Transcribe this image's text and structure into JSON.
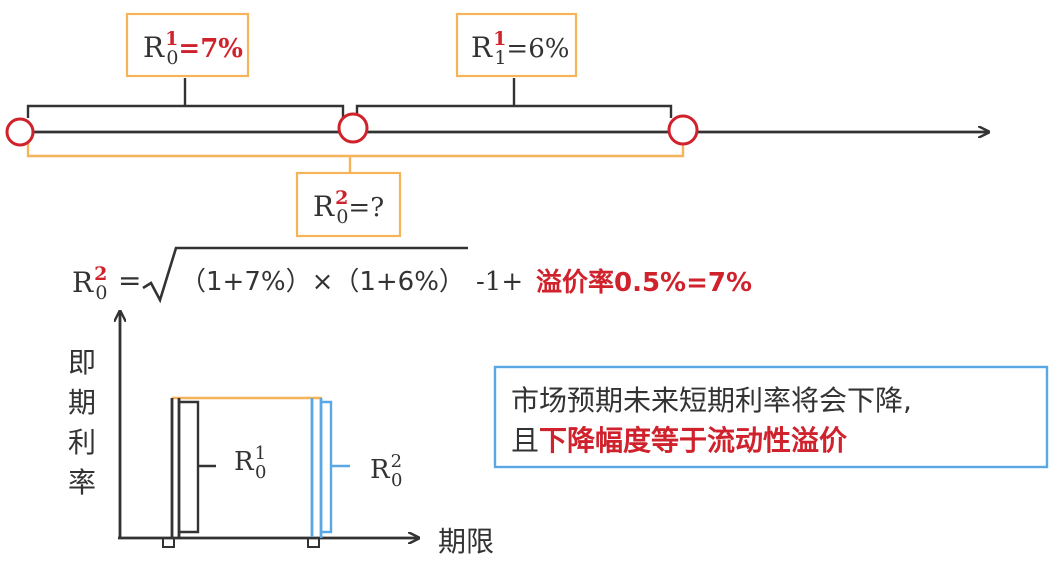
{
  "colors": {
    "ink": "#333333",
    "red": "#d0222c",
    "orange": "#f5b45a",
    "blue": "#5aa7e6",
    "circle_fill": "#ffffff"
  },
  "timeline": {
    "box1": {
      "base": "R",
      "sup": "1",
      "sub": "0",
      "value": "=7%"
    },
    "box2": {
      "base": "R",
      "sup": "1",
      "sub": "1",
      "value": "=6%"
    },
    "box3": {
      "base": "R",
      "sup": "2",
      "sub": "0",
      "value": "=?"
    }
  },
  "formula": {
    "lhs": {
      "base": "R",
      "sup": "2",
      "sub": "0"
    },
    "equals": "=",
    "radicand": "（1+7%）×（1+6%）",
    "minus_one": "-1+",
    "premium": "溢价率0.5%=7%"
  },
  "graph": {
    "y_axis_label": [
      "即",
      "期",
      "利",
      "率"
    ],
    "x_axis_label": "期限",
    "bar1_label": {
      "base": "R",
      "sup": "1",
      "sub": "0"
    },
    "bar2_label": {
      "base": "R",
      "sup": "2",
      "sub": "0"
    }
  },
  "note": {
    "line1": "市场预期未来短期利率将会下降,",
    "line2_prefix": "且",
    "line2_highlight": "下降幅度等于流动性溢价"
  }
}
